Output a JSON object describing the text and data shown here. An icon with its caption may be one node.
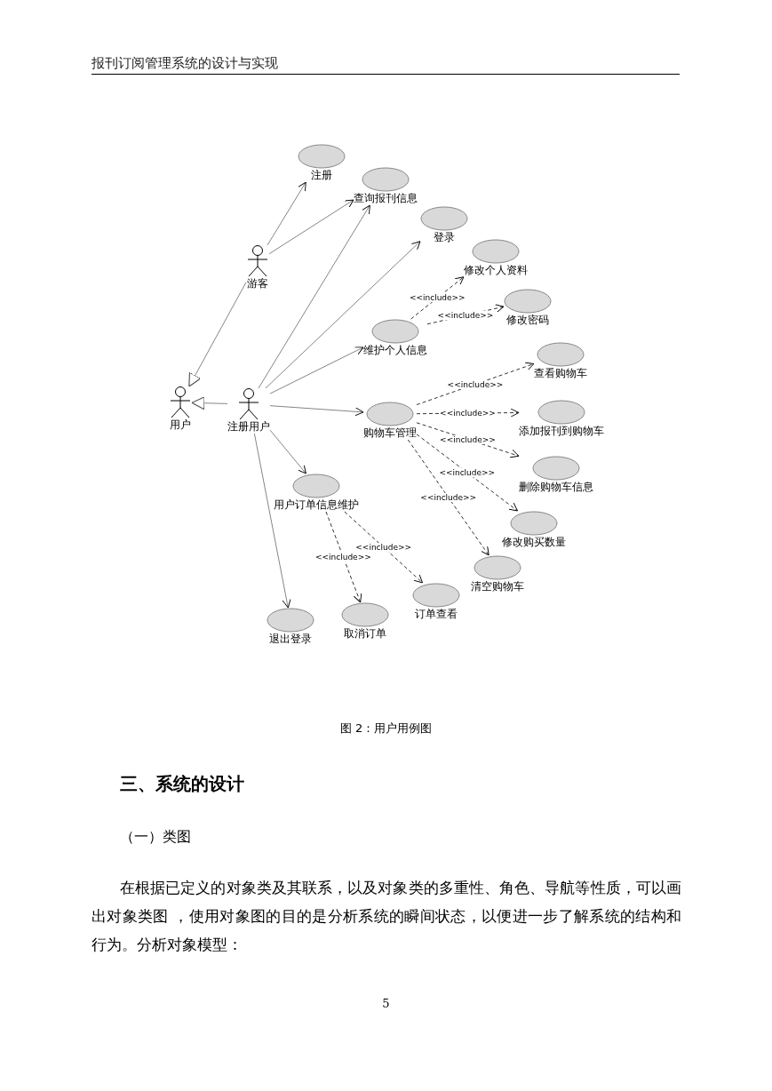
{
  "diagram": {
    "caption": "图 2：用户用例图",
    "nodes": [
      {
        "text": [
          "注册"
        ]
      },
      {
        "text": [
          "查询报刊信息"
        ]
      },
      {
        "text": [
          "登录"
        ]
      },
      {
        "text": [
          "游客"
        ]
      },
      {
        "text": [
          "修改个人资料"
        ]
      },
      {
        "text": [
          "修改密码"
        ]
      },
      {
        "text": [
          "维护个人信息"
        ]
      },
      {
        "text": [
          "查看购物车"
        ]
      },
      {
        "text": [
          "用户"
        ]
      },
      {
        "text": [
          "注册用户"
        ]
      },
      {
        "text": [
          "购物车管理"
        ]
      },
      {
        "text": [
          "添加报刊到购物车"
        ]
      },
      {
        "text": [
          "删除购物车信息"
        ]
      },
      {
        "text": [
          "用户订单信息维护"
        ]
      },
      {
        "text": [
          "修改购买数量"
        ]
      },
      {
        "text": [
          "清空购物车"
        ]
      },
      {
        "text": [
          "订单查看"
        ]
      },
      {
        "text": [
          "退出登录"
        ]
      },
      {
        "text": [
          "取消订单"
        ]
      }
    ],
    "edges": [
      {
        "from": 3,
        "to": 0,
        "arrow": "to"
      },
      {
        "from": 3,
        "to": 1,
        "arrow": "to"
      },
      {
        "from": 3,
        "to": 8,
        "arrow": "to"
      },
      {
        "from": 9,
        "to": 8,
        "arrow": "to"
      },
      {
        "from": 9,
        "to": 1,
        "arrow": "to"
      },
      {
        "from": 9,
        "to": 2,
        "arrow": "to"
      },
      {
        "from": 9,
        "to": 6,
        "arrow": "to"
      },
      {
        "from": 9,
        "to": 10,
        "arrow": "to"
      },
      {
        "from": 9,
        "to": 13,
        "arrow": "to"
      },
      {
        "from": 9,
        "to": 17,
        "arrow": "to"
      },
      {
        "from": 6,
        "to": 4,
        "arrow": "to",
        "style": "dashed",
        "color": "#000000",
        "label": "<<include>>"
      },
      {
        "from": 6,
        "to": 5,
        "arrow": "to",
        "style": "dashed",
        "color": "#000000",
        "label": "<<include>>"
      },
      {
        "from": 10,
        "to": 7,
        "arrow": "to",
        "style": "dashed",
        "color": "#000000",
        "label": "<<include>>"
      },
      {
        "from": 10,
        "to": 11,
        "arrow": "to",
        "style": "dashed",
        "color": "#000000",
        "label": "<<include>>"
      },
      {
        "from": 10,
        "to": 12,
        "arrow": "to",
        "style": "dashed",
        "color": "#000000",
        "label": "<<include>>"
      },
      {
        "from": 10,
        "to": 14,
        "arrow": "to",
        "style": "dashed",
        "color": "#000000",
        "label": "<<include>>"
      },
      {
        "from": 10,
        "to": 15,
        "arrow": "to",
        "style": "dashed",
        "color": "#000000",
        "label": "<<include>>"
      },
      {
        "from": 13,
        "to": 16,
        "arrow": "to",
        "style": "dashed",
        "color": "#000000",
        "label": "<<include>>"
      },
      {
        "from": 13,
        "to": 18,
        "arrow": "to",
        "style": "dashed",
        "color": "#000000",
        "label": "<<include>>"
      }
    ],
    "labels": [
      "报刊订阅管理系统的设计与实现",
      "三、系统的设计",
      "（一）类图",
      "在根据已定义的对象类及其联系，以及对象类的多重性、角色、导航等性质，可以画出对象类图 ，使用对象图的目的是分析系统的瞬间状态，以便进一步了解系统的结构和行为。分析对象模型：",
      "5"
    ]
  }
}
